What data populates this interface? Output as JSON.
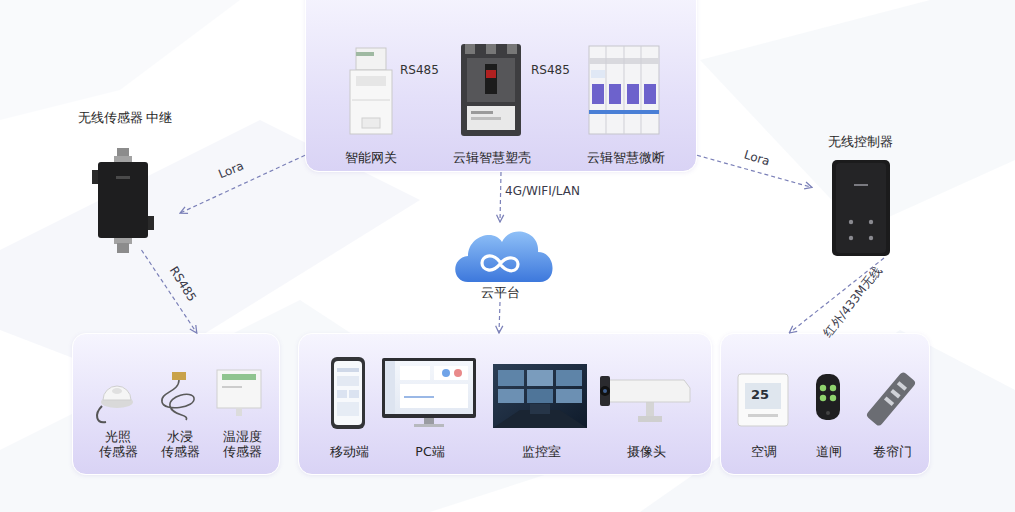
{
  "diagram": {
    "nodes": [
      {
        "text": []
      },
      {
        "text": [
          "智能网关"
        ],
        "in": 0
      },
      {
        "text": [
          "云辑智慧塑壳"
        ],
        "in": 0
      },
      {
        "text": [
          "云辑智慧微断"
        ],
        "in": 0
      },
      {
        "text": [
          "无线传感器 中继"
        ]
      },
      {
        "text": [
          "无线控制器"
        ]
      },
      {
        "text": [
          "云平台"
        ]
      },
      {
        "text": []
      },
      {
        "text": [
          "光照 传感器"
        ],
        "in": 7
      },
      {
        "text": [
          "水浸 传感器"
        ],
        "in": 7
      },
      {
        "text": [
          "温湿度 传感器"
        ],
        "in": 7
      },
      {
        "text": []
      },
      {
        "text": [
          "移动端"
        ],
        "in": 11
      },
      {
        "text": [
          "PC端"
        ],
        "in": 11
      },
      {
        "text": [
          "监控室"
        ],
        "in": 11
      },
      {
        "text": [
          "摄像头"
        ],
        "in": 11
      },
      {
        "text": []
      },
      {
        "text": [
          "空调"
        ],
        "in": 16
      },
      {
        "text": [
          "道闸"
        ],
        "in": 16
      },
      {
        "text": [
          "卷帘门"
        ],
        "in": 16
      }
    ],
    "edges": [
      {
        "from": 0,
        "to": 4,
        "arrow": "to",
        "label": "Lora"
      },
      {
        "from": 0,
        "to": 5,
        "arrow": "to",
        "label": "Lora"
      },
      {
        "from": 0,
        "to": 6,
        "arrow": "to",
        "label": "4G/WIFI/LAN"
      },
      {
        "from": 4,
        "to": 7,
        "arrow": "to",
        "label": "RS485"
      },
      {
        "from": 6,
        "to": 11,
        "arrow": "to"
      },
      {
        "from": 5,
        "to": 16,
        "arrow": "to",
        "label": "红外/433M无线"
      }
    ],
    "labels": [
      "RS485",
      "RS485",
      "25"
    ]
  }
}
